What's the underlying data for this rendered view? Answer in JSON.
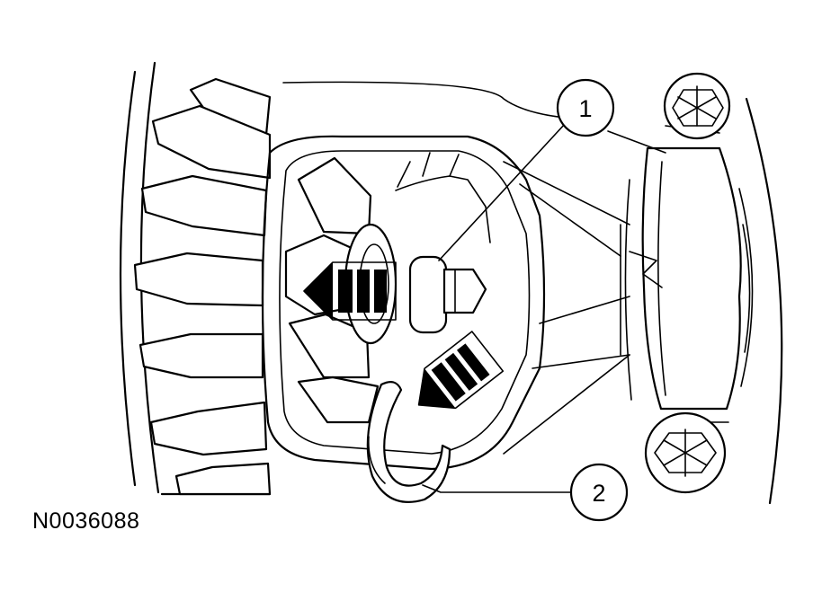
{
  "figure": {
    "id": "N0036088",
    "callouts": [
      {
        "number": "1"
      },
      {
        "number": "2"
      }
    ]
  }
}
